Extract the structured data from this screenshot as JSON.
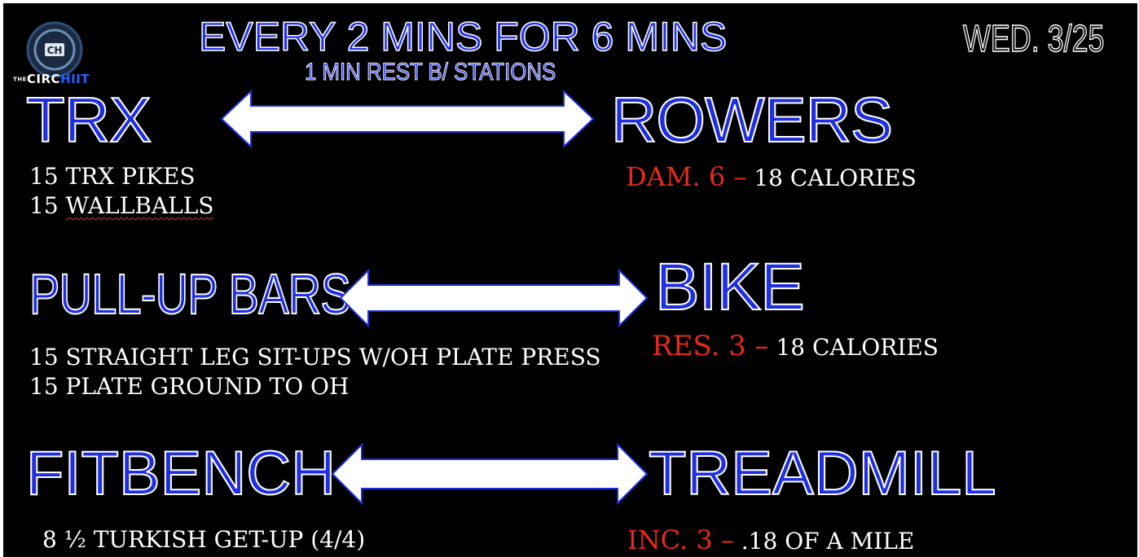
{
  "header": {
    "title": "EVERY 2 MINS FOR 6 MINS",
    "subtitle": "1 MIN REST B/ STATIONS",
    "date": "WED. 3/25",
    "logo_text": "CIRC",
    "logo_text_accent": "HIIT",
    "logo_prefix": "THE",
    "logo_mark": "CH"
  },
  "stations": [
    {
      "left": {
        "name": "TRX",
        "lines": [
          "15 TRX PIKES",
          "15 WALLBALLS"
        ]
      },
      "right": {
        "name": "ROWERS",
        "setting": "DAM. 6 –",
        "target": "18 CALORIES"
      }
    },
    {
      "left": {
        "name": "PULL-UP BARS",
        "lines": [
          "15 STRAIGHT LEG  SIT-UPS W/OH PLATE PRESS",
          "15 PLATE GROUND TO OH"
        ]
      },
      "right": {
        "name": "BIKE",
        "setting": "RES. 3 –",
        "target": "18 CALORIES"
      }
    },
    {
      "left": {
        "name": "FITBENCH",
        "lines": [
          "8 ½ TURKISH GET-UP  (4/4)"
        ]
      },
      "right": {
        "name": "TREADMILL",
        "setting": "INC. 3 –",
        "target": ".18  OF A MILE"
      }
    }
  ],
  "colors": {
    "background": "#000000",
    "heading_fill": "#1f2fe0",
    "heading_outline": "#ffffff",
    "setting_red": "#e8291c",
    "arrow_fill": "#ffffff",
    "arrow_outline": "#1f2fe0"
  },
  "icons": [
    "circhiit-logo",
    "double-arrow-icon"
  ]
}
